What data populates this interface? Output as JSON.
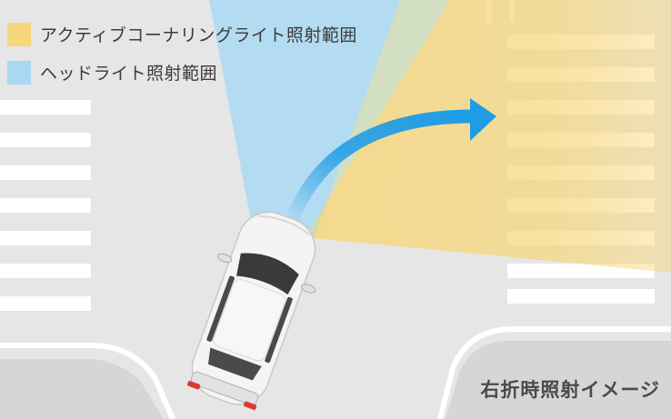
{
  "legend": [
    {
      "label": "アクティブコーナリングライト照射範囲",
      "color": "#f7d77c"
    },
    {
      "label": "ヘッドライト照射範囲",
      "color": "#a9d8f2"
    }
  ],
  "caption": "右折時照射イメージ",
  "colors": {
    "road": "#e6e6e7",
    "sidewalk": "#d6d6d8",
    "crosswalk": "#ffffff",
    "cornering_light": "#f7d77c",
    "headlight": "#a9d8f2",
    "arrow": "#1e9ce6",
    "car_body": "#f4f4f4",
    "car_glass": "#3a3a3a"
  },
  "icons": {
    "direction": "right-turn-arrow-icon",
    "vehicle": "car-top-view-icon"
  }
}
